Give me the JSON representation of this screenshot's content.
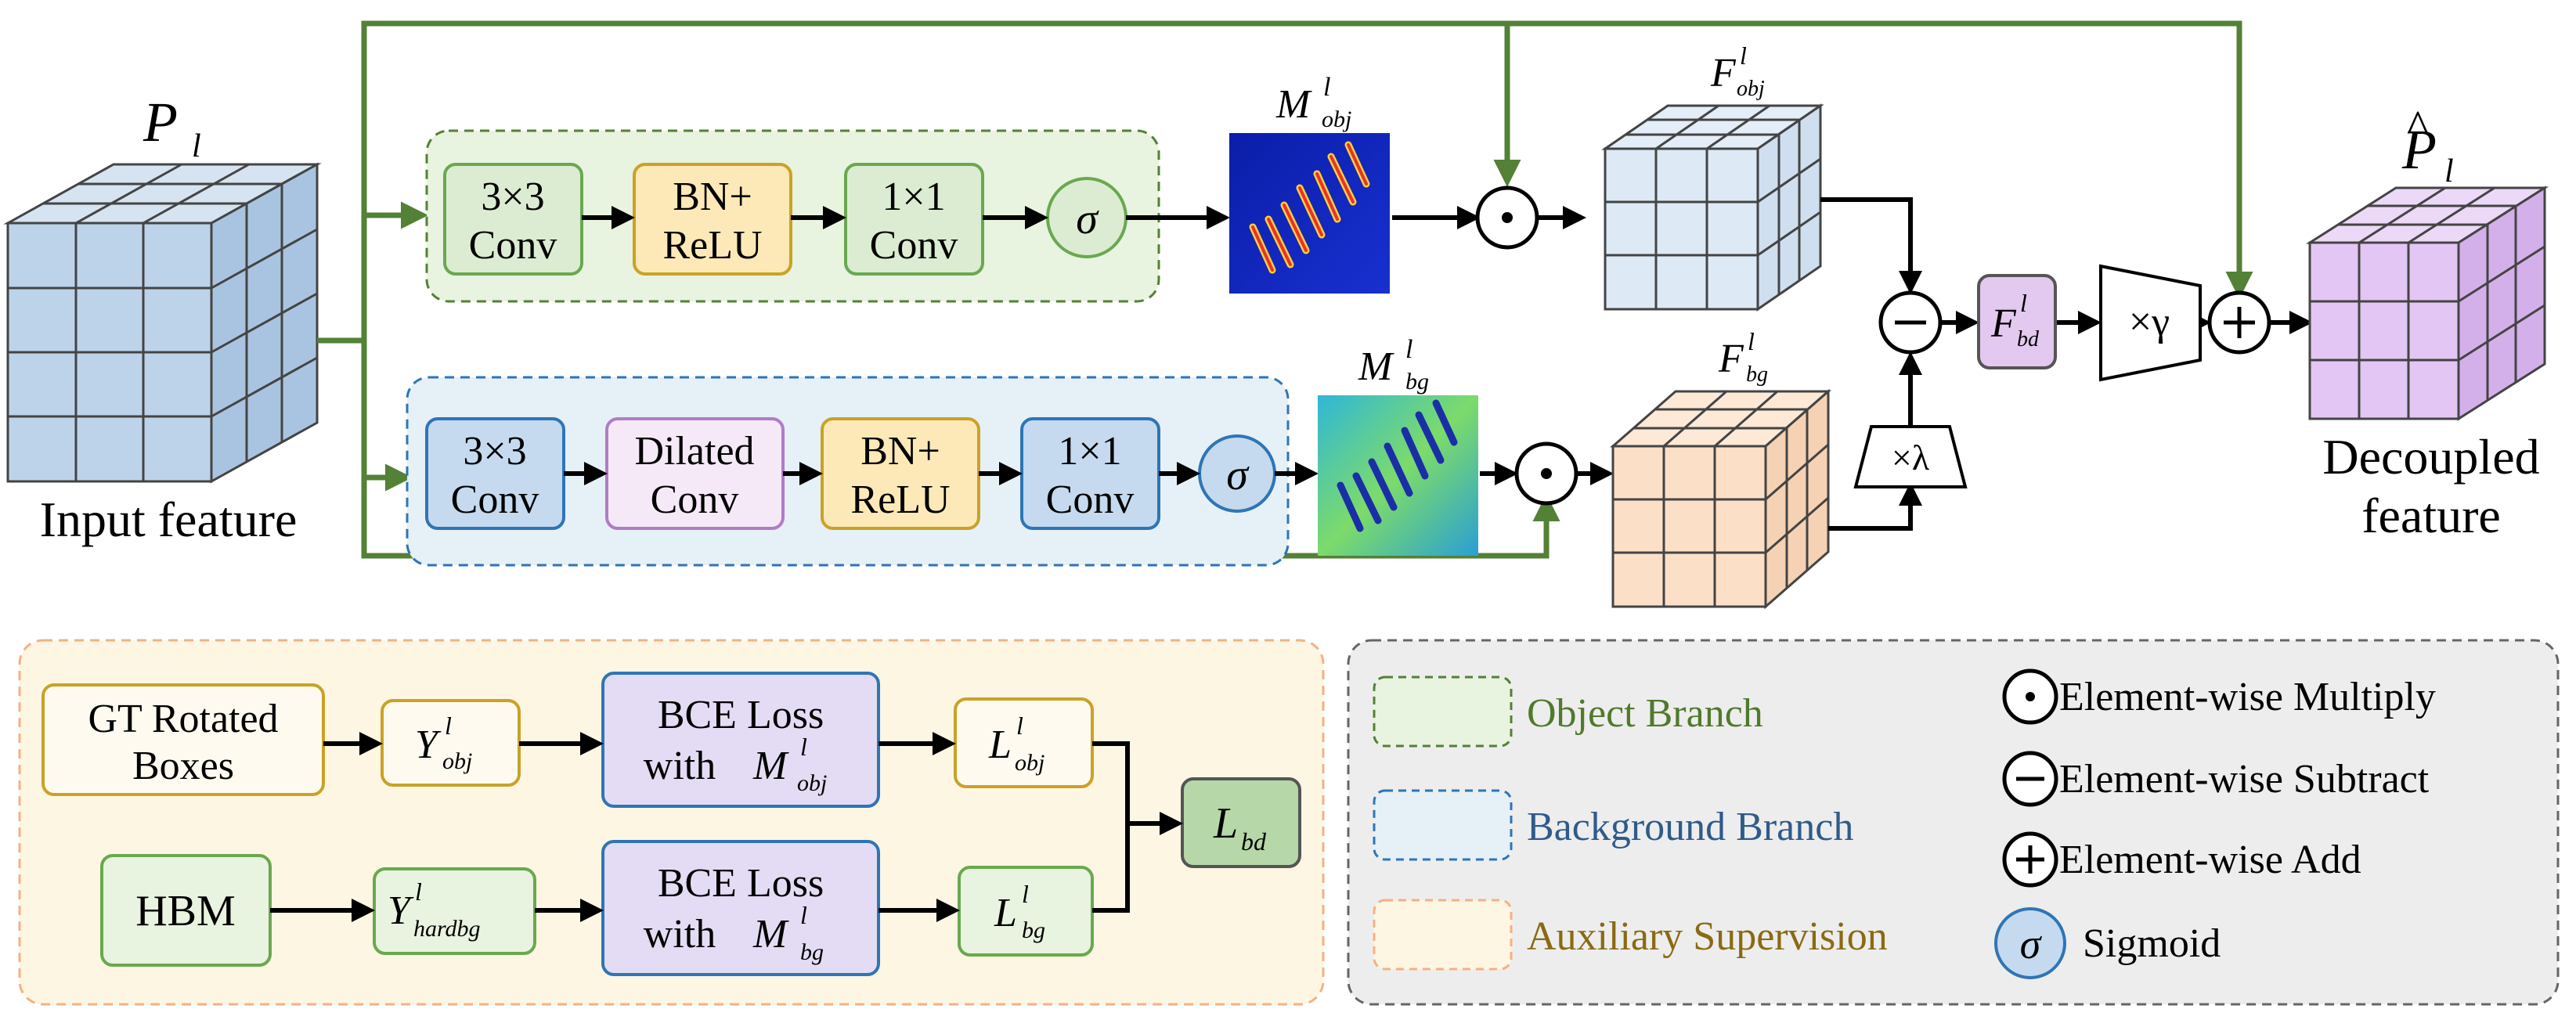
{
  "input": {
    "symbol": "P",
    "sub": "l",
    "caption": "Input feature"
  },
  "output": {
    "symbol": "P",
    "hat": "^",
    "sub": "l",
    "caption_line1": "Decoupled",
    "caption_line2": "feature"
  },
  "object_branch": {
    "blocks": [
      {
        "line1": "3×3",
        "line2": "Conv"
      },
      {
        "line1": "BN+",
        "line2": "ReLU"
      },
      {
        "line1": "1×1",
        "line2": "Conv"
      }
    ],
    "sigma": "σ",
    "map": {
      "symbol": "M",
      "sup": "l",
      "sub": "obj"
    },
    "feature": {
      "symbol": "F",
      "sup": "l",
      "sub": "obj"
    }
  },
  "background_branch": {
    "blocks": [
      {
        "line1": "3×3",
        "line2": "Conv"
      },
      {
        "line1": "Dilated",
        "line2": "Conv"
      },
      {
        "line1": "BN+",
        "line2": "ReLU"
      },
      {
        "line1": "1×1",
        "line2": "Conv"
      }
    ],
    "sigma": "σ",
    "map": {
      "symbol": "M",
      "sup": "l",
      "sub": "bg"
    },
    "feature": {
      "symbol": "F",
      "sup": "l",
      "sub": "bg"
    }
  },
  "fusion": {
    "bd": {
      "symbol": "F",
      "sup": "l",
      "sub": "bd"
    },
    "lambda": "×λ",
    "gamma": "×γ"
  },
  "supervision": {
    "gt": {
      "line1": "GT Rotated",
      "line2": "Boxes"
    },
    "hbm": "HBM",
    "y_obj": {
      "symbol": "Y",
      "sup": "l",
      "sub": "obj"
    },
    "y_bg": {
      "symbol": "Y",
      "sup": "l",
      "sub": "hardbg"
    },
    "bce_obj": {
      "line1": "BCE Loss",
      "line2": "with",
      "symbol": "M",
      "sup": "l",
      "sub": "obj"
    },
    "bce_bg": {
      "line1": "BCE Loss",
      "line2": "with",
      "symbol": "M",
      "sup": "l",
      "sub": "bg"
    },
    "l_obj": {
      "symbol": "L",
      "sup": "l",
      "sub": "obj"
    },
    "l_bg": {
      "symbol": "L",
      "sup": "l",
      "sub": "bg"
    },
    "l_bd": {
      "symbol": "L",
      "sub": "bd"
    }
  },
  "legend": {
    "object_branch": "Object Branch",
    "background_branch": "Background Branch",
    "auxiliary": "Auxiliary Supervision",
    "multiply": "Element-wise Multiply",
    "subtract": "Element-wise Subtract",
    "add": "Element-wise Add",
    "sigmoid_symbol": "σ",
    "sigmoid": "Sigmoid"
  },
  "colors": {
    "green_arrow": "#538135",
    "object_bg": "#e8f3e0",
    "background_bg": "#e6f0f7",
    "aux_bg": "#fdf6e3",
    "legend_bg": "#ededed"
  }
}
